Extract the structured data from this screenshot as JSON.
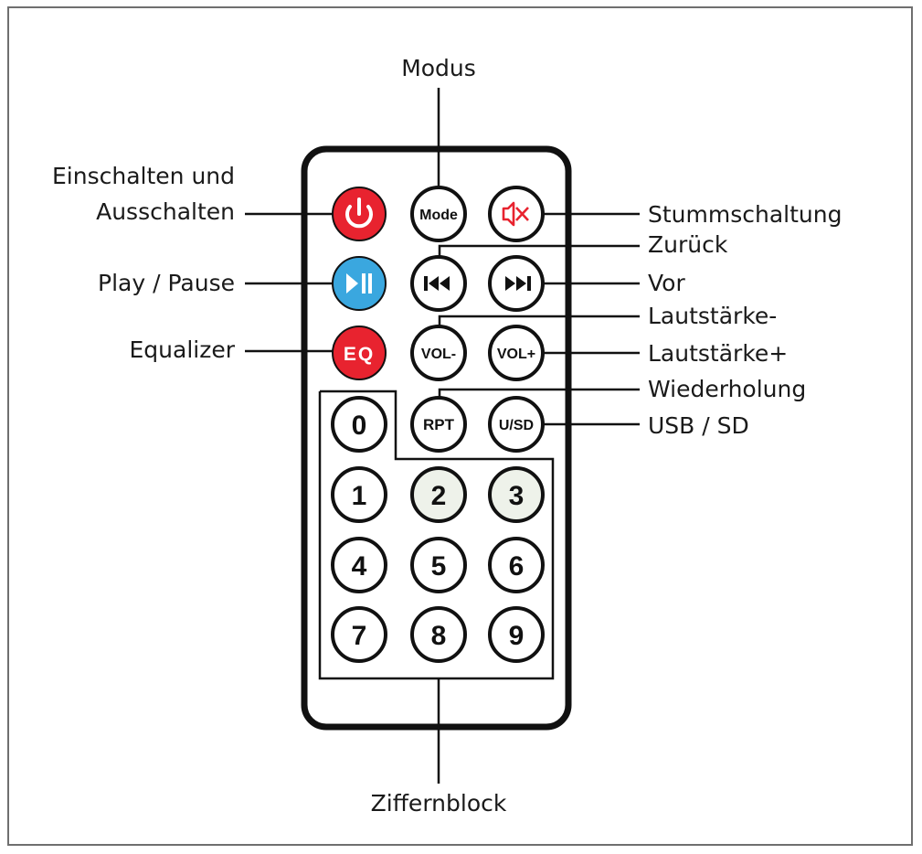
{
  "labels": {
    "modus": "Modus",
    "power_line1": "Einschalten und",
    "power_line2": "Ausschalten",
    "play_pause": "Play / Pause",
    "equalizer": "Equalizer",
    "mute": "Stummschaltung",
    "prev": "Zurück",
    "next": "Vor",
    "vol_down": "Lautstärke-",
    "vol_up": "Lautstärke+",
    "repeat": "Wiederholung",
    "usb_sd": "USB / SD",
    "numpad": "Ziffernblock"
  },
  "buttons": {
    "mode": "Mode",
    "eq": "EQ",
    "vol_down": "VOL-",
    "vol_up": "VOL+",
    "rpt": "RPT",
    "usd": "U/SD",
    "digits": [
      "0",
      "1",
      "2",
      "3",
      "4",
      "5",
      "6",
      "7",
      "8",
      "9"
    ]
  },
  "icons": {
    "power": "power-icon",
    "mute": "speaker-mute-icon",
    "play_pause": "play-pause-icon",
    "prev": "skip-previous-icon",
    "next": "skip-next-icon"
  },
  "colors": {
    "power_red": "#e8232f",
    "play_blue": "#3aa7df",
    "eq_red": "#e8232f",
    "mute_red": "#e8232f",
    "highlight_key": "#eef2ea"
  }
}
